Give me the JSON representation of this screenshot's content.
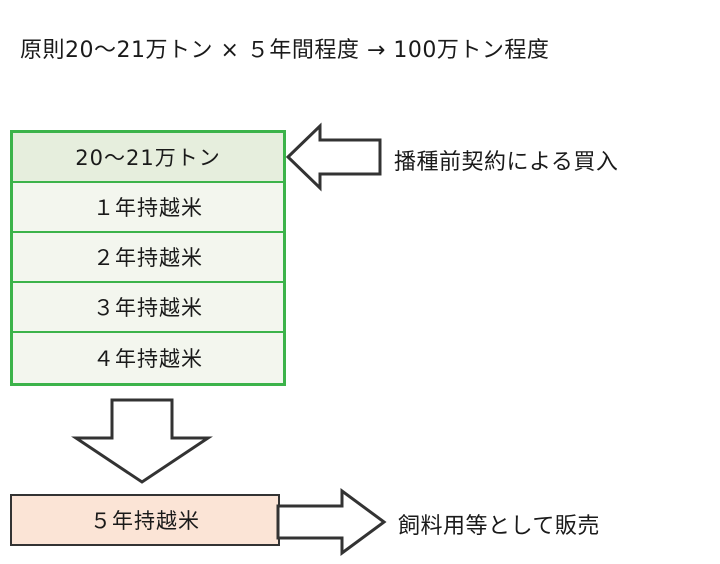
{
  "headline": "原則20～21万トン × ５年間程度 → 100万トン程度",
  "stack": {
    "rows": [
      "20～21万トン",
      "１年持越米",
      "２年持越米",
      "３年持越米",
      "４年持越米"
    ]
  },
  "bottom_box": "５年持越米",
  "purchase_label": "播種前契約による買入",
  "sale_label": "飼料用等として販売"
}
